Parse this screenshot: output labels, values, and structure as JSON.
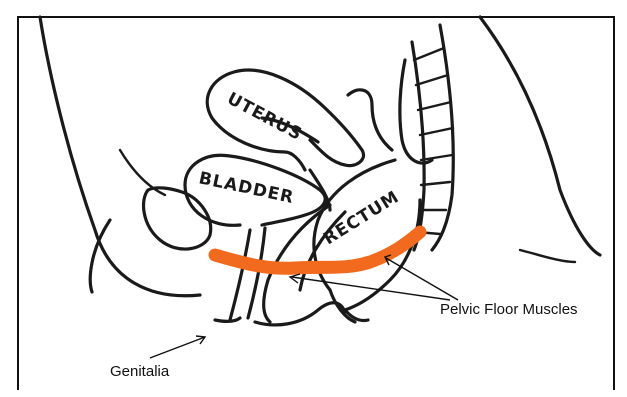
{
  "organs": {
    "uterus": "UTERUS",
    "bladder": "BLADDER",
    "rectum": "RECTUM"
  },
  "labels": {
    "pelvic_floor_muscles": "Pelvic Floor Muscles",
    "genitalia": "Genitalia"
  },
  "colors": {
    "muscle": "#f26a1e",
    "ink": "#1a1a1a"
  }
}
